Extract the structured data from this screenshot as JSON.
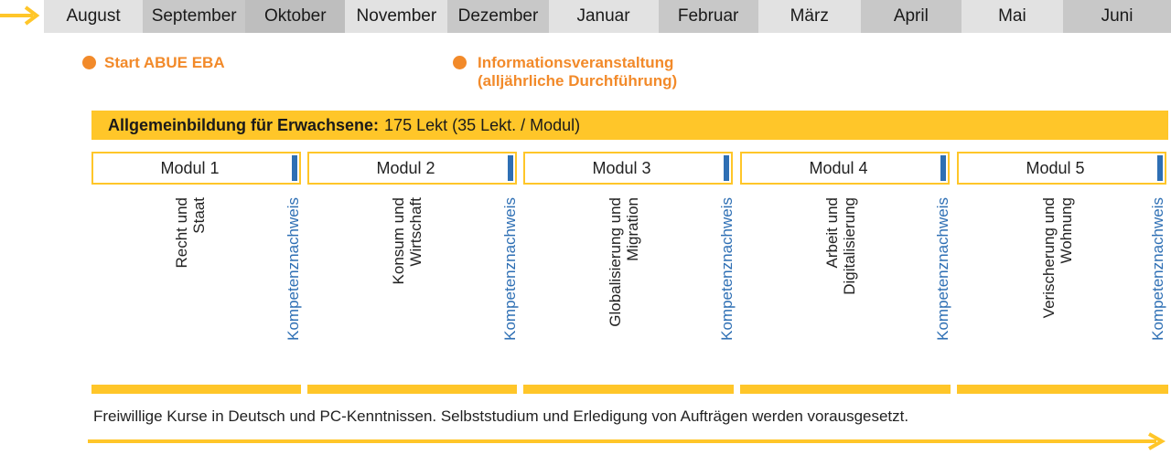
{
  "months": [
    "August",
    "September",
    "Oktober",
    "November",
    "Dezember",
    "Januar",
    "Februar",
    "März",
    "April",
    "Mai",
    "Juni"
  ],
  "colors": {
    "month_dark": "#c8c8c8",
    "month_light": "#e2e2e2",
    "accent_yellow": "#ffc629",
    "accent_orange": "#f28a2a",
    "accent_blue": "#2e6fb4"
  },
  "events": [
    {
      "label": "Start ABUE EBA"
    },
    {
      "label": "Informationsveranstaltung\n(alljährliche Durchführung)"
    }
  ],
  "banner": {
    "bold": "Allgemeinbildung für Erwachsene:",
    "text": "175 Lekt (35 Lekt. / Modul)"
  },
  "modules": [
    {
      "label": "Modul 1",
      "topic": "Recht und\nStaat",
      "assessment": "Kompetenznachweis"
    },
    {
      "label": "Modul 2",
      "topic": "Konsum und\nWirtschaft",
      "assessment": "Kompetenznachweis"
    },
    {
      "label": "Modul 3",
      "topic": "Globalisierung und\nMigration",
      "assessment": "Kompetenznachweis"
    },
    {
      "label": "Modul 4",
      "topic": "Arbeit und\nDigitalisierung",
      "assessment": "Kompetenznachweis"
    },
    {
      "label": "Modul 5",
      "topic": "Verischerung und\nWohnung",
      "assessment": "Kompetenznachweis"
    }
  ],
  "footnote": "Freiwillige Kurse in Deutsch und PC-Kenntnissen. Selbststudium und Erledigung von Aufträgen werden vorausgesetzt."
}
